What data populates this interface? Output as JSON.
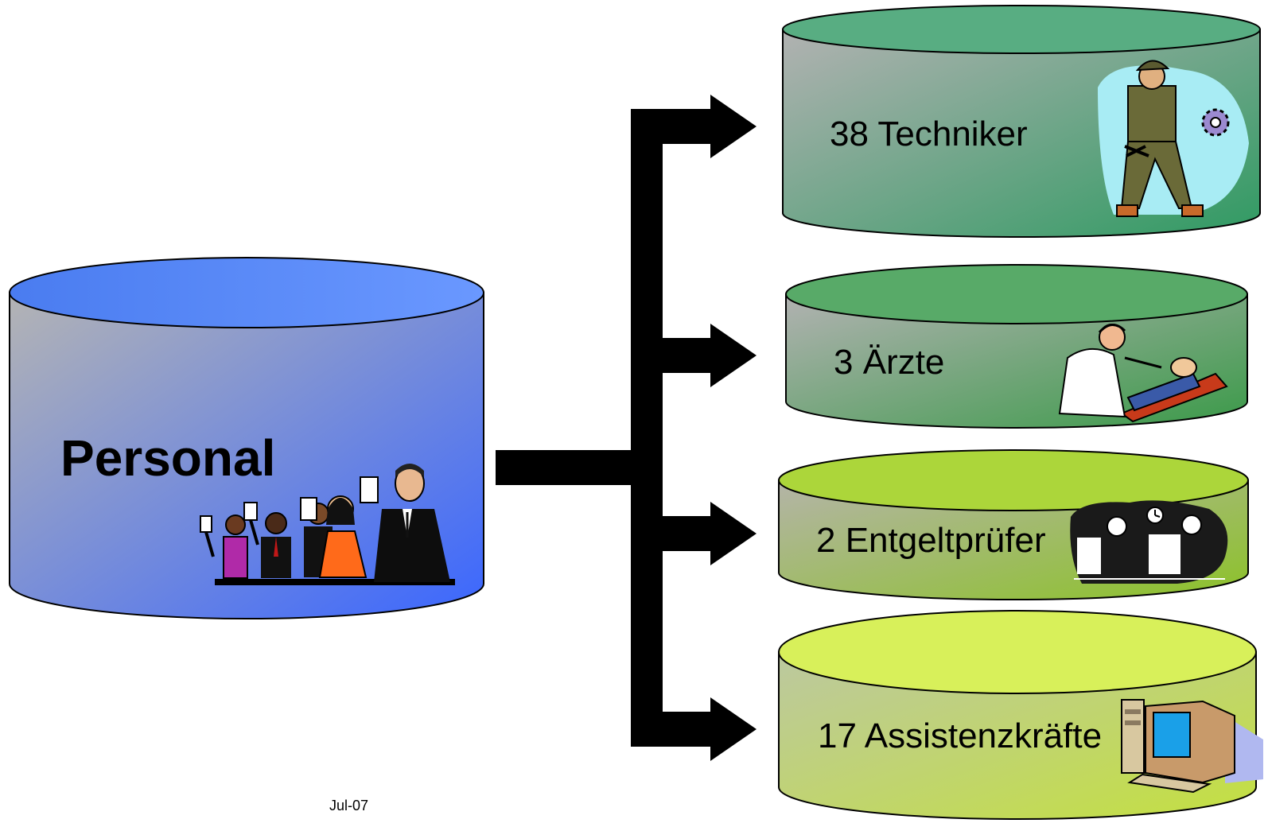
{
  "source": {
    "label": "Personal",
    "icon": "voting-people-icon",
    "color_top": "#5a8cff",
    "color_side_light": "#b0b0b0",
    "color_side_dark": "#3a66ff"
  },
  "categories": [
    {
      "label": "38 Techniker",
      "icon": "mechanic-icon",
      "color_top": "#5aae85",
      "color_side": "#3f9a6a"
    },
    {
      "label": "3 Ärzte",
      "icon": "doctor-patient-icon",
      "color_top": "#5aab6a",
      "color_side": "#3f9a4f"
    },
    {
      "label": "2 Entgeltprüfer",
      "icon": "office-meeting-icon",
      "color_top": "#b0d63a",
      "color_side": "#8dbb2a"
    },
    {
      "label": "17 Assistenzkräfte",
      "icon": "computer-icon",
      "color_top": "#d8f060",
      "color_side": "#b8d93a"
    }
  ],
  "footer": {
    "date": "Jul-07"
  }
}
